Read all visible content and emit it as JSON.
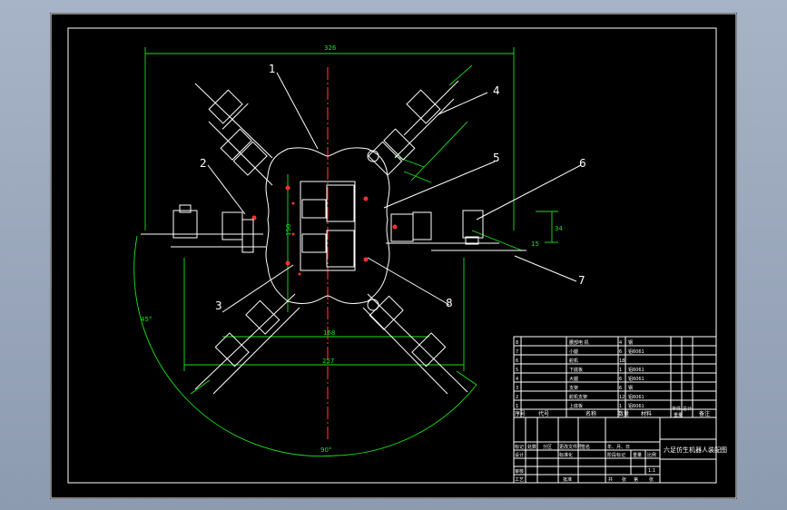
{
  "colors": {
    "background": "#9aa7bb",
    "sheet": "#000000",
    "line": "#ffffff",
    "dimension": "#19e619",
    "center_line": "#ff2a2a"
  },
  "callouts": [
    "1",
    "2",
    "3",
    "4",
    "5",
    "6",
    "7",
    "8"
  ],
  "dimensions": {
    "top_width": "326",
    "inner_vertical": "150",
    "bottom_inner": "168",
    "bottom_outer": "257",
    "right_height": "34",
    "angle_small": "15",
    "angle_left": "45°",
    "angle_bottom": "90°"
  },
  "parts_list": {
    "rows": [
      {
        "no": "8",
        "code": "",
        "name": "腰部电 机",
        "qty": "4",
        "material": "钢"
      },
      {
        "no": "7",
        "code": "",
        "name": "小腿",
        "qty": "6",
        "material": "铝6061"
      },
      {
        "no": "6",
        "code": "",
        "name": "舵机",
        "qty": "18",
        "material": ""
      },
      {
        "no": "5",
        "code": "",
        "name": "下底板",
        "qty": "1",
        "material": "铝6061"
      },
      {
        "no": "4",
        "code": "",
        "name": "大腿",
        "qty": "6",
        "material": "铝6061"
      },
      {
        "no": "3",
        "code": "",
        "name": "支架",
        "qty": "6",
        "material": "钢"
      },
      {
        "no": "2",
        "code": "",
        "name": "舵机支架",
        "qty": "12",
        "material": "铝6061"
      },
      {
        "no": "1",
        "code": "",
        "name": "上底板",
        "qty": "1",
        "material": "铝6061"
      }
    ],
    "header": {
      "no": "序号",
      "code": "代号",
      "name": "名称",
      "qty": "数量",
      "material": "材料",
      "unit_weight": "单件",
      "total_weight": "总计",
      "weight": "重量",
      "remark": "备注"
    }
  },
  "title_block": {
    "drawing_title": "六足仿生机器人装配图",
    "labels": {
      "mark": "标记",
      "count": "处数",
      "zone": "分区",
      "change_doc": "更改文件号",
      "sign": "签名",
      "date": "年、月、日",
      "design": "设计",
      "standardize": "标准化",
      "stage_mark": "阶段标记",
      "weight": "重量",
      "scale": "比例",
      "review": "审核",
      "process": "工艺",
      "approve": "批准",
      "sheet_total": "共",
      "sheet_word": "张",
      "sheet_no": "第"
    },
    "scale_value": "1:1"
  }
}
